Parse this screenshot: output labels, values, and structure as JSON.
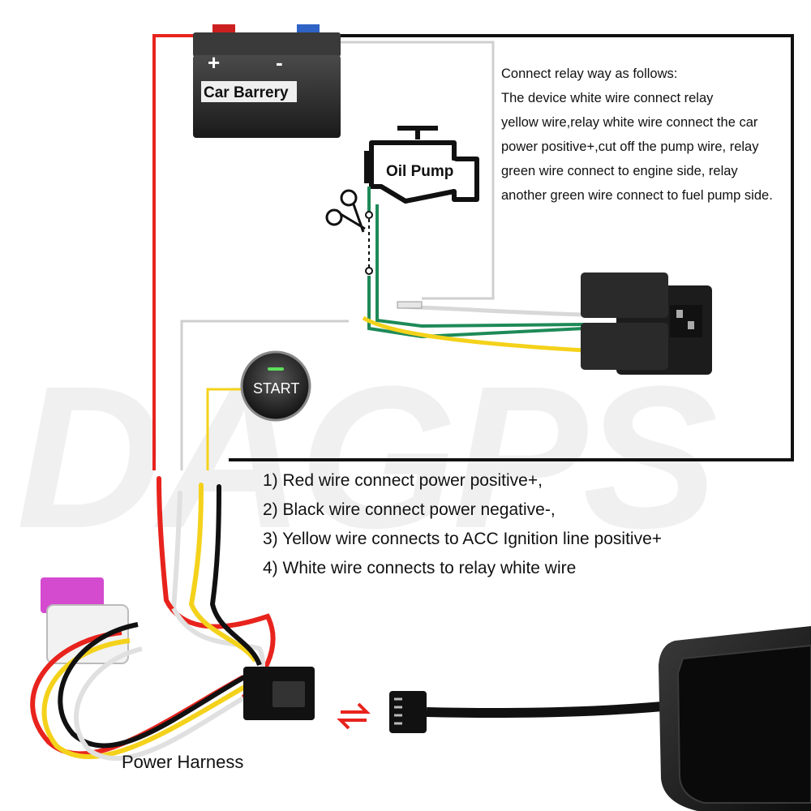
{
  "battery": {
    "label": "Car Barrery",
    "plus": "+",
    "minus": "-"
  },
  "pump": {
    "label": "Oil Pump"
  },
  "start_button": {
    "label": "START"
  },
  "watermark": {
    "text": "DAGPS"
  },
  "relay_notes": {
    "lines": [
      "Connect relay way as follows:",
      "The device white wire connect relay",
      "yellow wire,relay white wire connect the car",
      "power positive+,cut off the pump wire, relay",
      "green wire connect to engine side, relay",
      "another green wire connect to fuel pump side."
    ]
  },
  "wire_list": {
    "items": [
      "1) Red wire connect power positive+,",
      "2) Black wire connect power negative-,",
      "3) Yellow wire connects to ACC Ignition line positive+",
      "4) White wire connects to relay white wire"
    ]
  },
  "harness": {
    "label": "Power Harness"
  },
  "icons": {
    "scissors": "scissors-icon",
    "engine": "engine-icon",
    "arrow": "double-arrow-icon"
  },
  "colors": {
    "wire_red": "#e8231d",
    "wire_yellow": "#f4d21b",
    "wire_white": "#d8d8d8",
    "wire_black": "#111111",
    "wire_green": "#1e8a58",
    "pump_badge": "#c43636",
    "fuse_pink": "#d44bd0"
  }
}
